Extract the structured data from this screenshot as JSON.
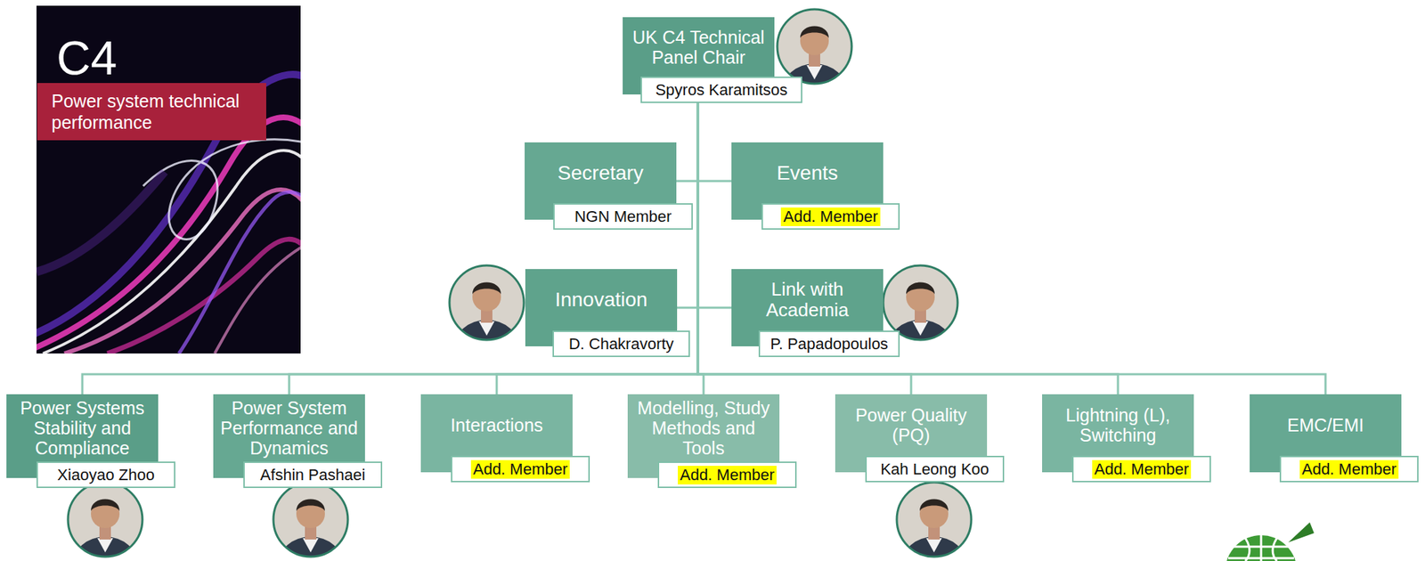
{
  "diagram": {
    "nodes": [
      {
        "text": [
          "C4"
        ]
      },
      {
        "text": [
          "Power system technical performance"
        ],
        "in": 0
      },
      {
        "text": [
          "UK C4 Technical Panel Chair"
        ]
      },
      {
        "text": [
          "Spyros Karamitsos"
        ]
      },
      {
        "text": [
          "Secretary"
        ]
      },
      {
        "text": [
          "NGN Member"
        ]
      },
      {
        "text": [
          "Events"
        ]
      },
      {
        "text": [
          "Add. Member"
        ]
      },
      {
        "text": [
          "Innovation"
        ]
      },
      {
        "text": [
          "D. Chakravorty"
        ]
      },
      {
        "text": [
          "Link with Academia"
        ]
      },
      {
        "text": [
          "P. Papadopoulos"
        ]
      },
      {
        "text": [
          "Power Systems Stability and Compliance"
        ]
      },
      {
        "text": [
          "Xiaoyao Zhoo"
        ]
      },
      {
        "text": [
          "Power System Performance and Dynamics"
        ]
      },
      {
        "text": [
          "Afshin Pashaei"
        ]
      },
      {
        "text": [
          "Interactions"
        ]
      },
      {
        "text": [
          "Add. Member"
        ]
      },
      {
        "text": [
          "Modelling, Study Methods and Tools"
        ]
      },
      {
        "text": [
          "Add. Member"
        ]
      },
      {
        "text": [
          "Power Quality (PQ)"
        ]
      },
      {
        "text": [
          "Kah Leong Koo"
        ]
      },
      {
        "text": [
          "Lightning (L), Switching"
        ]
      },
      {
        "text": [
          "Add. Member"
        ]
      },
      {
        "text": [
          "EMC/EMI"
        ]
      },
      {
        "text": [
          "Add. Member"
        ]
      }
    ],
    "edges": [
      {
        "from": 2,
        "to": 4,
        "arrow": "none"
      },
      {
        "from": 2,
        "to": 6,
        "arrow": "none"
      },
      {
        "from": 2,
        "to": 8,
        "arrow": "none"
      },
      {
        "from": 2,
        "to": 10,
        "arrow": "none"
      },
      {
        "from": 2,
        "to": 12,
        "arrow": "none"
      },
      {
        "from": 2,
        "to": 14,
        "arrow": "none"
      },
      {
        "from": 2,
        "to": 16,
        "arrow": "none"
      },
      {
        "from": 2,
        "to": 18,
        "arrow": "none"
      },
      {
        "from": 2,
        "to": 20,
        "arrow": "none"
      },
      {
        "from": 2,
        "to": 22,
        "arrow": "none"
      },
      {
        "from": 2,
        "to": 24,
        "arrow": "none"
      }
    ]
  }
}
